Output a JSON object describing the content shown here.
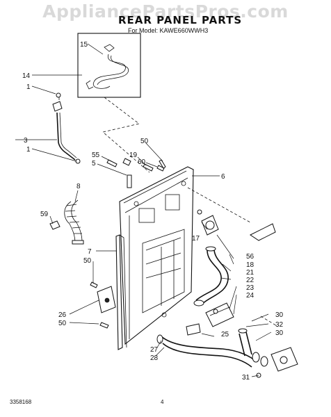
{
  "watermark": "AppliancePartsPros.com",
  "title": "REAR PANEL PARTS",
  "model": "For Model: KAWE660WWH3",
  "footer_left": "3358168",
  "footer_page": "4",
  "callouts": [
    "15",
    "14",
    "1",
    "3",
    "1",
    "55",
    "5",
    "19",
    "60",
    "50",
    "6",
    "8",
    "59",
    "17",
    "56",
    "18",
    "21",
    "22",
    "7",
    "50",
    "23",
    "24",
    "26",
    "50",
    "25",
    "30",
    "32",
    "30",
    "27",
    "28",
    "31"
  ]
}
